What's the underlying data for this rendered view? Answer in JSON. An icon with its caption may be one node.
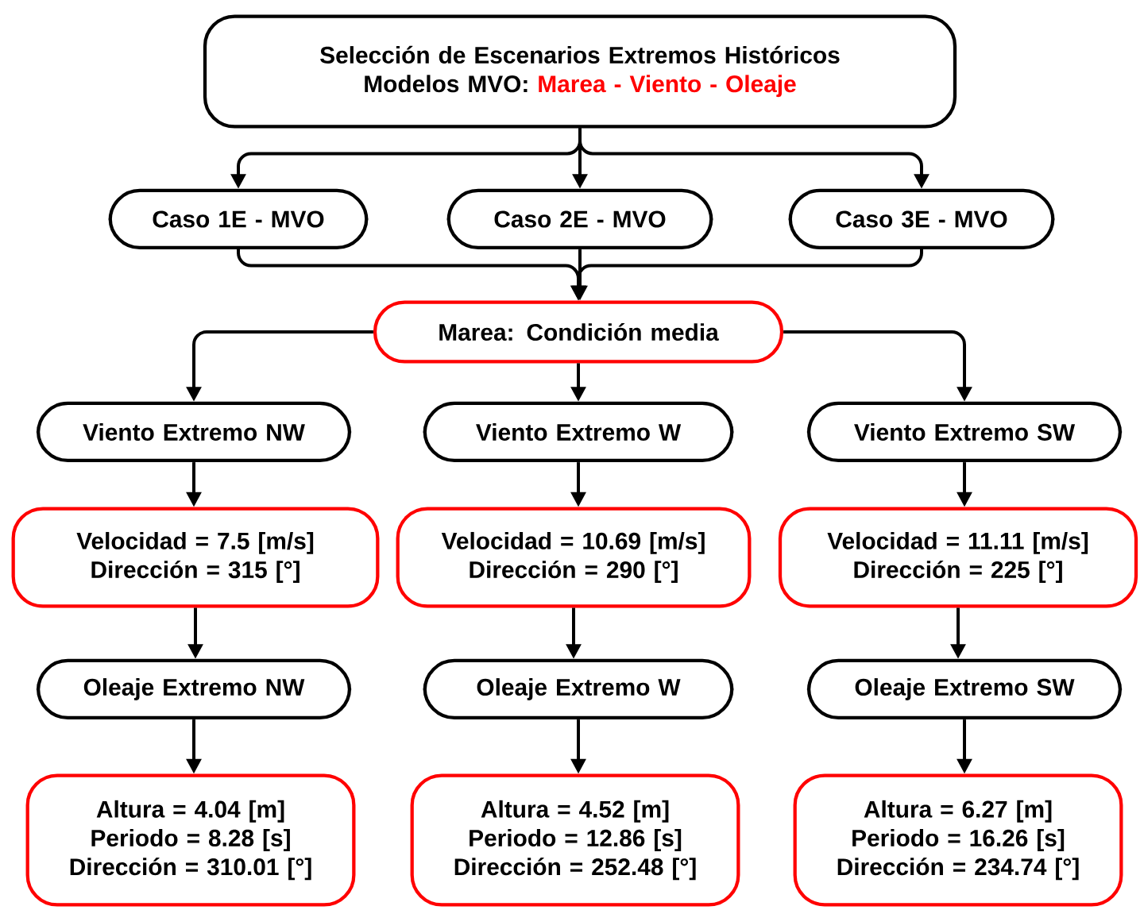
{
  "diagram": {
    "nodes": [
      {
        "text": [
          "Selección de Escenarios Extremos Históricos Modelos MVO:",
          "Marea - Viento - Oleaje"
        ]
      },
      {
        "text": [
          "Caso 1E - MVO"
        ]
      },
      {
        "text": [
          "Caso 2E - MVO"
        ]
      },
      {
        "text": [
          "Caso 3E - MVO"
        ]
      },
      {
        "text": [
          "Marea: Condición media"
        ]
      },
      {
        "text": [
          "Viento Extremo NW"
        ]
      },
      {
        "text": [
          "Viento Extremo W"
        ]
      },
      {
        "text": [
          "Viento Extremo SW"
        ]
      },
      {
        "text": [
          "Velocidad = 7.5 [m/s]",
          "Dirección = 315 [°]"
        ]
      },
      {
        "text": [
          "Velocidad = 10.69 [m/s]",
          "Dirección = 290 [°]"
        ]
      },
      {
        "text": [
          "Velocidad = 11.11 [m/s]",
          "Dirección = 225 [°]"
        ]
      },
      {
        "text": [
          "Oleaje Extremo NW"
        ]
      },
      {
        "text": [
          "Oleaje Extremo W"
        ]
      },
      {
        "text": [
          "Oleaje Extremo SW"
        ]
      },
      {
        "text": [
          "Altura = 4.04 [m]",
          "Periodo = 8.28 [s]",
          "Dirección = 310.01 [°]"
        ]
      },
      {
        "text": [
          "Altura = 4.52 [m]",
          "Periodo = 12.86 [s]",
          "Dirección = 252.48 [°]"
        ]
      },
      {
        "text": [
          "Altura = 6.27 [m]",
          "Periodo = 16.26 [s]",
          "Dirección = 234.74 [°]"
        ]
      }
    ],
    "edges": [
      {
        "from": 0,
        "to": 1,
        "arrow": "to"
      },
      {
        "from": 0,
        "to": 2,
        "arrow": "to"
      },
      {
        "from": 0,
        "to": 3,
        "arrow": "to"
      },
      {
        "from": 1,
        "to": 4,
        "arrow": "to"
      },
      {
        "from": 2,
        "to": 4,
        "arrow": "to"
      },
      {
        "from": 3,
        "to": 4,
        "arrow": "to"
      },
      {
        "from": 4,
        "to": 5,
        "arrow": "to"
      },
      {
        "from": 4,
        "to": 6,
        "arrow": "to"
      },
      {
        "from": 4,
        "to": 7,
        "arrow": "to"
      },
      {
        "from": 5,
        "to": 8,
        "arrow": "to"
      },
      {
        "from": 6,
        "to": 9,
        "arrow": "to"
      },
      {
        "from": 7,
        "to": 10,
        "arrow": "to"
      },
      {
        "from": 8,
        "to": 11,
        "arrow": "to"
      },
      {
        "from": 9,
        "to": 12,
        "arrow": "to"
      },
      {
        "from": 10,
        "to": 13,
        "arrow": "to"
      },
      {
        "from": 11,
        "to": 14,
        "arrow": "to"
      },
      {
        "from": 12,
        "to": 15,
        "arrow": "to"
      },
      {
        "from": 13,
        "to": 16,
        "arrow": "to"
      }
    ]
  }
}
